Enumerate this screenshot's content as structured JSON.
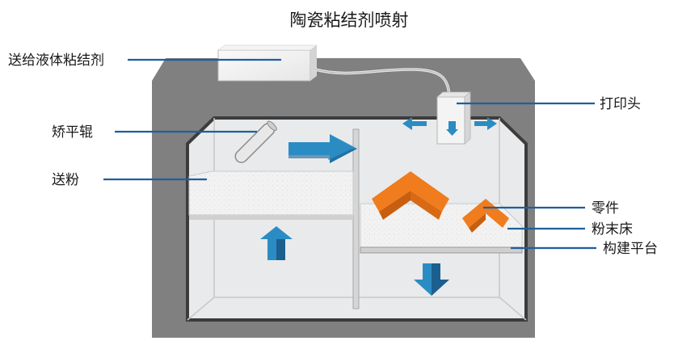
{
  "title": "陶瓷粘结剂喷射",
  "labels": {
    "binder_supply": "送给液体粘结剂",
    "roller": "矫平辊",
    "powder_feed": "送粉",
    "print_head": "打印头",
    "part": "零件",
    "powder_bed": "粉末床",
    "build_platform": "构建平台"
  },
  "colors": {
    "outer_gray": "#808080",
    "tank_border": "#3c3c3c",
    "arrow_blue": "#2b8cc4",
    "arrow_blue_dark": "#1b5f8f",
    "part_orange": "#f07c1e",
    "part_orange_dark": "#c85e10",
    "leader_line": "#1f5e9e"
  }
}
